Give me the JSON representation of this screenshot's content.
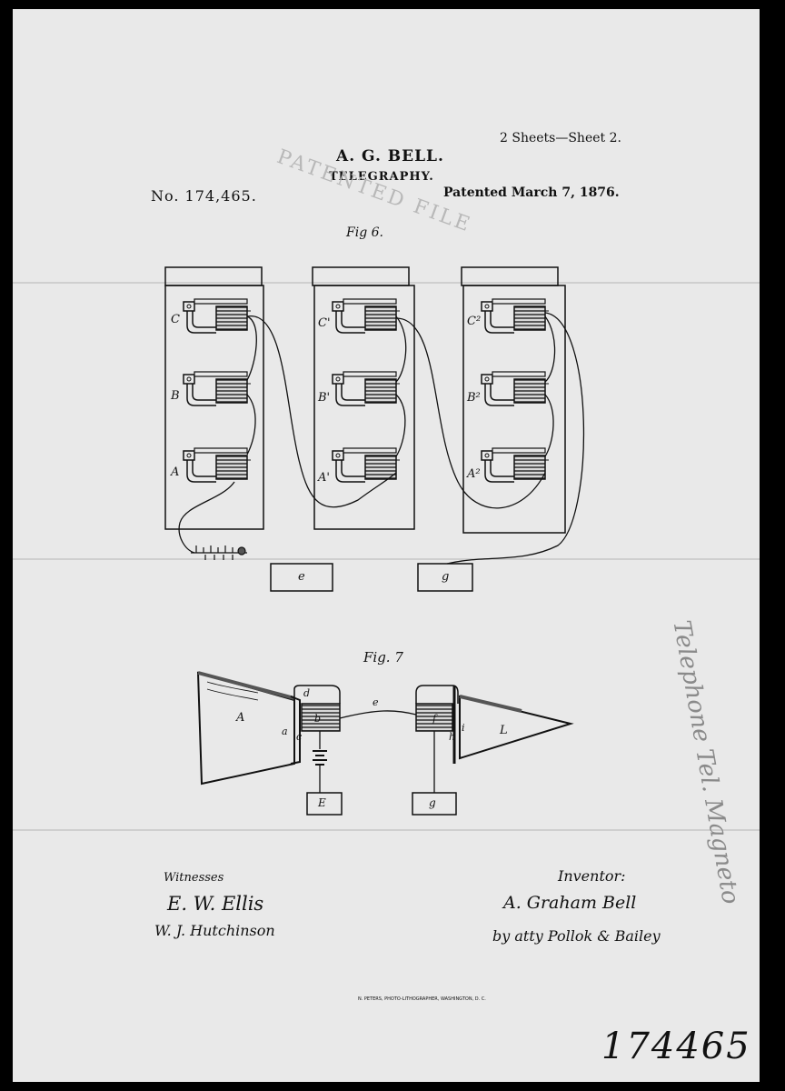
{
  "header": {
    "sheets": "2 Sheets—Sheet 2.",
    "inventor": "A. G. BELL.",
    "title": "TELEGRAPHY.",
    "number": "No. 174,465.",
    "patented": "Patented March 7, 1876.",
    "stamp": "PATENTED FILE"
  },
  "fig6": {
    "caption": "Fig 6.",
    "col1": [
      "C",
      "B",
      "A"
    ],
    "col2": [
      "C'",
      "B'",
      "A'"
    ],
    "col3": [
      "C²",
      "B²",
      "A²"
    ],
    "box_e": "e",
    "box_g": "g"
  },
  "fig7": {
    "caption": "Fig. 7",
    "labels": {
      "A": "A",
      "L": "L",
      "a": "a",
      "c": "c",
      "d": "d",
      "b": "b",
      "e": "e",
      "f": "f",
      "h": "h",
      "i": "i",
      "E": "E",
      "g": "g"
    }
  },
  "footer": {
    "witnesses_label": "Witnesses",
    "witness1": "E. W. Ellis",
    "witness2": "W. J. Hutchinson",
    "inventor_label": "Inventor:",
    "inventor_sig": "A. Graham Bell",
    "attorney": "by atty Pollok & Bailey",
    "printer": "N. PETERS, PHOTO-LITHOGRAPHER, WASHINGTON, D. C.",
    "handwritten_number": "174465",
    "margin_note": "Telephone Tel. Magneto"
  }
}
